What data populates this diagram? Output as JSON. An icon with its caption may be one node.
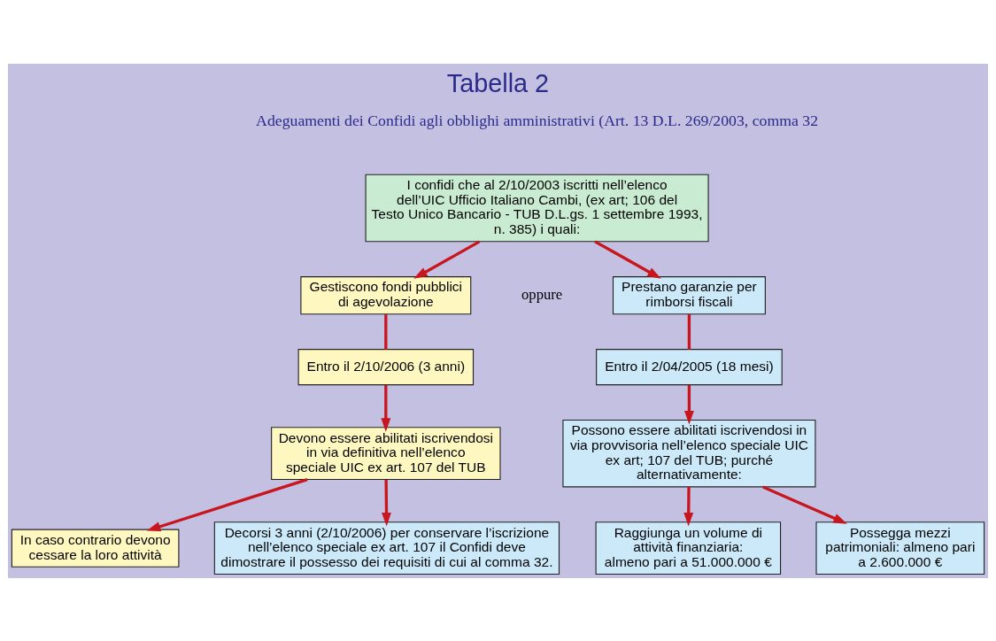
{
  "diagram": {
    "title": "Tabella 2",
    "nodes": [
      {
        "text": [
          "I confidi che al 2/10/2003 iscritti nell’elenco dell’UIC Ufficio Italiano Cambi, (ex art; 106 del Testo Unico Bancario - TUB D.L.gs. 1 settembre 1993, n. 385) i quali:"
        ]
      },
      {
        "text": [
          "Gestiscono fondi pubblici di agevolazione"
        ]
      },
      {
        "text": [
          "Prestano garanzie per rimborsi fiscali"
        ]
      },
      {
        "text": [
          "Entro il 2/10/2006 (3 anni)"
        ]
      },
      {
        "text": [
          "Entro il 2/04/2005 (18 mesi)"
        ]
      },
      {
        "text": [
          "Devono essere abilitati iscrivendosi in via definitiva nell’elenco speciale UIC ex art. 107 del TUB"
        ]
      },
      {
        "text": [
          "Possono essere abilitati iscrivendosi in via provvisoria nell’elenco speciale UIC ex art; 107 del TUB; purché alternativamente:"
        ]
      },
      {
        "text": [
          "In caso contrario devono cessare la loro attività"
        ]
      },
      {
        "text": [
          "Raggiunga un volume di attività finanziaria: almeno pari a 51.000.000 €"
        ]
      },
      {
        "text": [
          "Possegga mezzi patrimoniali: almeno pari a 2.600.000 €"
        ]
      },
      {
        "text": [
          "Decorsi 3 anni (2/10/2006) per conservare l’iscrizione nell’elenco speciale ex art. 107 il Confidi deve dimostrare il possesso dei requisiti di cui al comma 32."
        ]
      }
    ],
    "edges": [
      {
        "from": 0,
        "to": 1,
        "arrow": "to"
      },
      {
        "from": 0,
        "to": 2,
        "arrow": "to"
      },
      {
        "from": 1,
        "to": 3,
        "arrow": "none"
      },
      {
        "from": 2,
        "to": 4,
        "arrow": "none"
      },
      {
        "from": 3,
        "to": 5,
        "arrow": "to"
      },
      {
        "from": 4,
        "to": 6,
        "arrow": "to"
      },
      {
        "from": 6,
        "to": 8,
        "arrow": "to"
      },
      {
        "from": 6,
        "to": 9,
        "arrow": "to"
      },
      {
        "from": 5,
        "to": 7,
        "arrow": "to"
      },
      {
        "from": 5,
        "to": 10,
        "arrow": "to"
      }
    ],
    "labels": [
      "Adeguamenti dei Confidi agli obblighi amministrativi (Art. 13 D.L. 269/2003, comma 32",
      "oppure"
    ]
  }
}
